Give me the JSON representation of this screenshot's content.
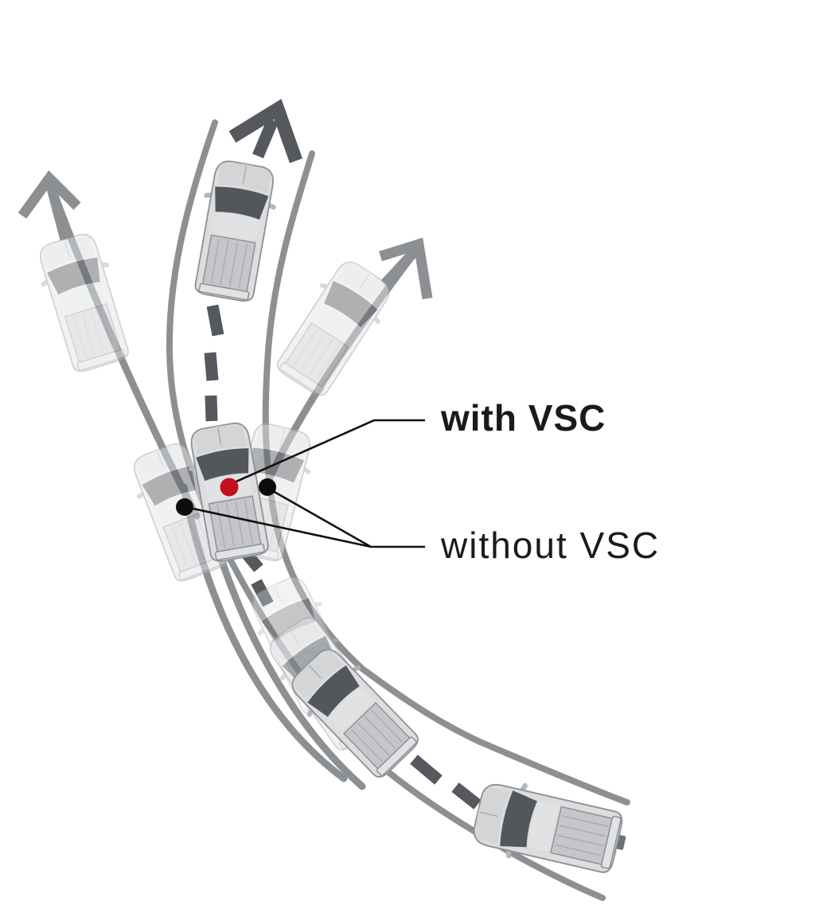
{
  "diagram": {
    "background": "#ffffff",
    "labels": {
      "with_vsc": "with VSC",
      "without_vsc": "without VSC"
    },
    "colors": {
      "road_edge": "#8d9093",
      "lane_dash": "#55595d",
      "intended_path_arrow": "#55595d",
      "skid_path": "#8d9093",
      "with_vsc_marker": "#c4101c",
      "without_vsc_marker": "#0c0c0c",
      "leader_line": "#121212",
      "label_text": "#1a1a1a"
    },
    "markers": {
      "with_vsc_count": 1,
      "without_vsc_count": 2
    }
  }
}
